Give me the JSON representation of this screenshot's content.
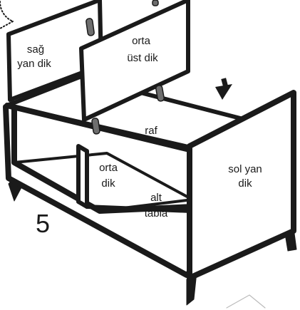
{
  "step_number": "5",
  "labels": {
    "sag_yan_dik": [
      "sağ",
      "yan dik"
    ],
    "orta_ust_dik": [
      "orta",
      "üst dik"
    ],
    "raf": "raf",
    "orta_dik": [
      "orta",
      "dik"
    ],
    "alt_tabla": [
      "alt",
      "tabla"
    ],
    "sol_yan_dik": [
      "sol yan",
      "dik"
    ]
  },
  "colors": {
    "ink": "#1a1a1a",
    "panel": "#ffffff",
    "dowel": "#6e6e6e"
  },
  "icons": [
    "down-arrow-icon",
    "dowel-icon"
  ]
}
